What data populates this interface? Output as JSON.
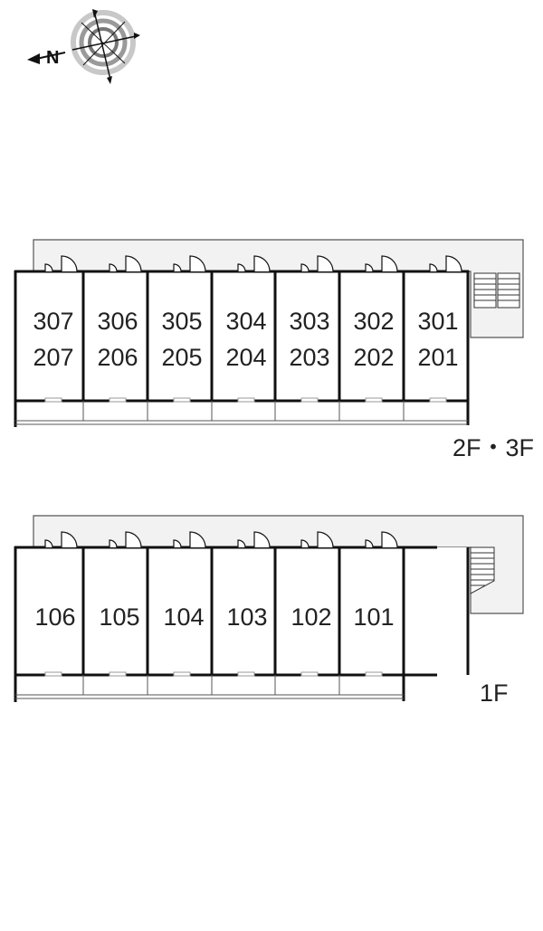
{
  "compass": {
    "icon": "compass-rose-icon",
    "north_label": "N"
  },
  "upper_floors": {
    "floor_label": "2F・3F",
    "units": [
      {
        "top": "307",
        "bottom": "207"
      },
      {
        "top": "306",
        "bottom": "206"
      },
      {
        "top": "305",
        "bottom": "205"
      },
      {
        "top": "304",
        "bottom": "204"
      },
      {
        "top": "303",
        "bottom": "203"
      },
      {
        "top": "302",
        "bottom": "202"
      },
      {
        "top": "301",
        "bottom": "201"
      }
    ]
  },
  "ground_floor": {
    "floor_label": "1F",
    "units": [
      {
        "label": "106"
      },
      {
        "label": "105"
      },
      {
        "label": "104"
      },
      {
        "label": "103"
      },
      {
        "label": "102"
      },
      {
        "label": "101"
      }
    ]
  },
  "colors": {
    "corridor": "#f2f2f2",
    "wall": "#111111",
    "thin_line": "#555555"
  }
}
